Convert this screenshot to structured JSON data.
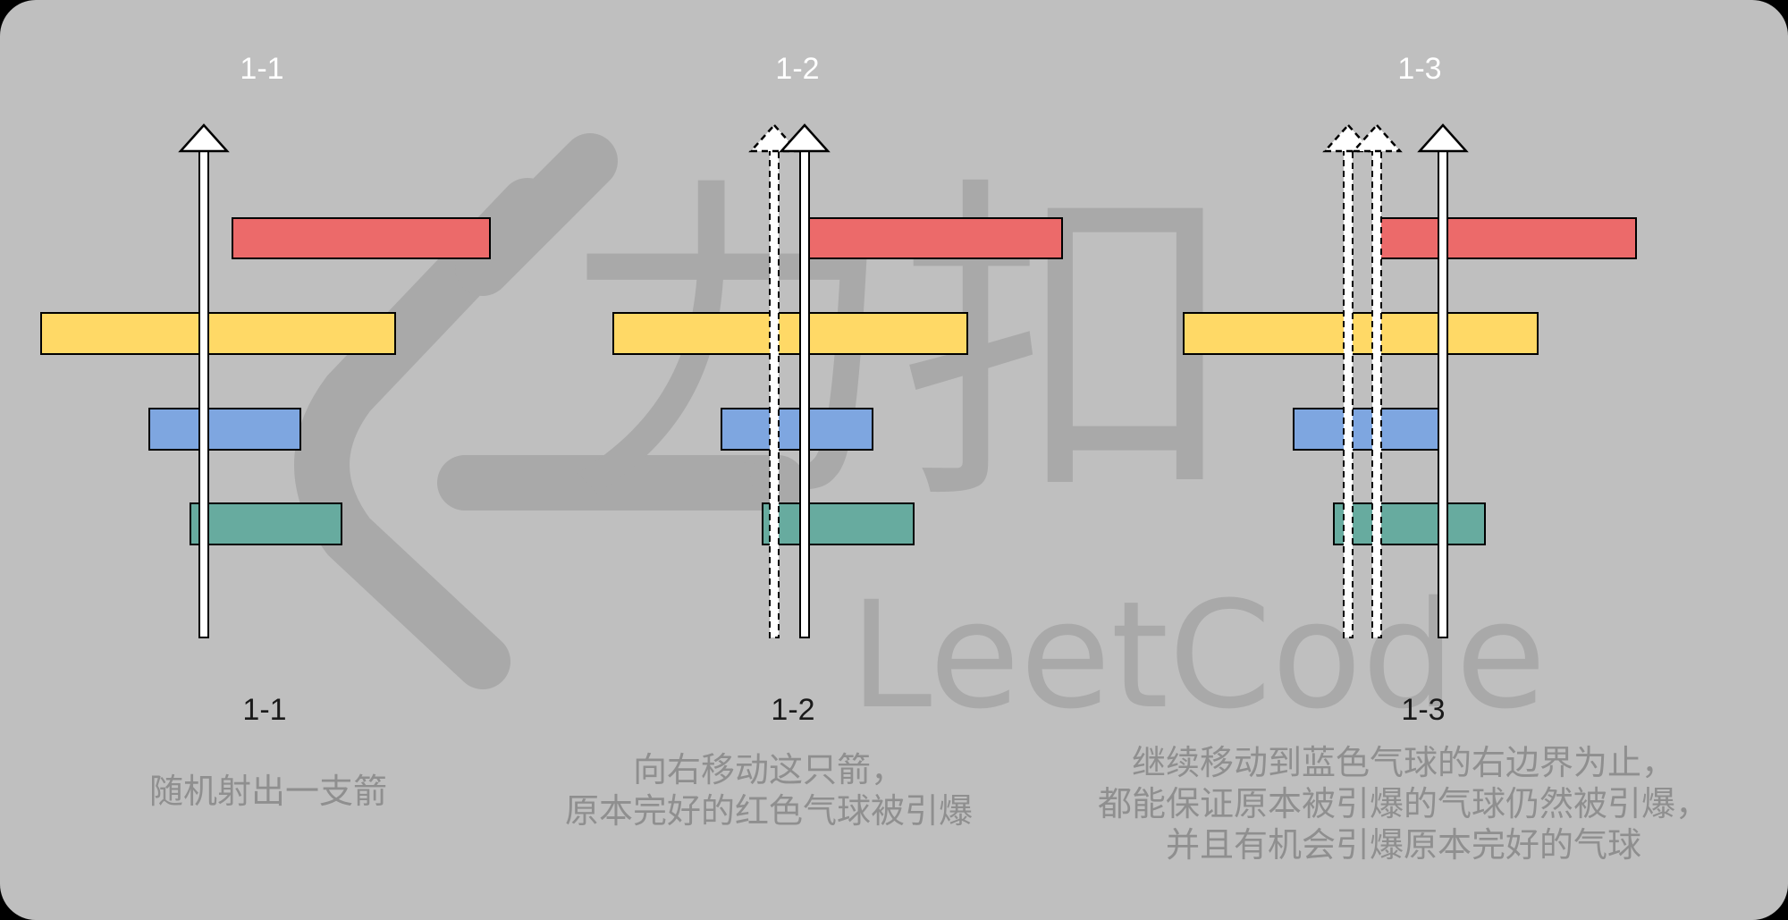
{
  "colors": {
    "background": "#bfbfbf",
    "red": "#ec6a6a",
    "yellow": "#ffd966",
    "blue": "#7ea6e0",
    "green": "#67ab9f",
    "arrow": "#ffffff",
    "watermark": "#a9a9a9"
  },
  "watermark": {
    "text": "LeetCode",
    "chars": "力扣"
  },
  "panels": [
    {
      "top_label": "1-1",
      "bottom_label": "1-1",
      "caption": "随机射出一支箭",
      "arrows": [
        {
          "style": "solid"
        }
      ],
      "balloons": [
        {
          "color": "red"
        },
        {
          "color": "yellow"
        },
        {
          "color": "blue"
        },
        {
          "color": "green"
        }
      ]
    },
    {
      "top_label": "1-2",
      "bottom_label": "1-2",
      "caption": "向右移动这只箭，\n原本完好的红色气球被引爆",
      "arrows": [
        {
          "style": "dashed"
        },
        {
          "style": "solid"
        }
      ],
      "balloons": [
        {
          "color": "red"
        },
        {
          "color": "yellow"
        },
        {
          "color": "blue"
        },
        {
          "color": "green"
        }
      ]
    },
    {
      "top_label": "1-3",
      "bottom_label": "1-3",
      "caption": "继续移动到蓝色气球的右边界为止，\n都能保证原本被引爆的气球仍然被引爆，\n并且有机会引爆原本完好的气球",
      "arrows": [
        {
          "style": "dashed"
        },
        {
          "style": "dashed"
        },
        {
          "style": "solid"
        }
      ],
      "balloons": [
        {
          "color": "red"
        },
        {
          "color": "yellow"
        },
        {
          "color": "blue"
        },
        {
          "color": "green"
        }
      ]
    }
  ]
}
